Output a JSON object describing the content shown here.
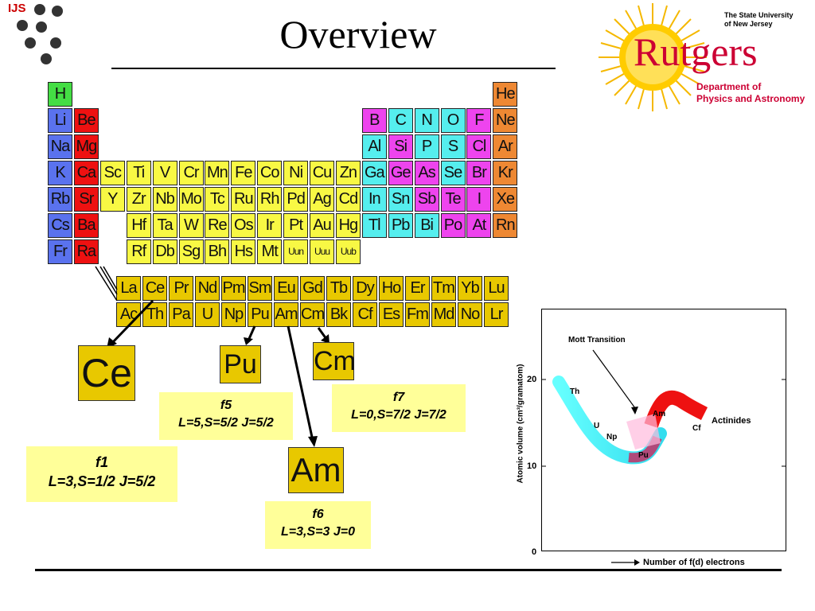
{
  "header": {
    "title": "Overview",
    "ijs_label": "IJS"
  },
  "rutgers": {
    "university_line1": "The State University",
    "university_line2": "of New Jersey",
    "name": "Rutgers",
    "dept_line1": "Department of",
    "dept_line2": "Physics and Astronomy"
  },
  "colors": {
    "green": "#44dd44",
    "blue": "#5a72ee",
    "red": "#ee1111",
    "yellow": "#f8f844",
    "gold": "#e8c800",
    "cyan": "#55eeee",
    "magenta": "#ee44ee",
    "orange": "#ee8833",
    "note_bg": "#ffff99"
  },
  "periodic_table": {
    "main": [
      [
        "H",
        null,
        null,
        null,
        null,
        null,
        null,
        null,
        null,
        null,
        null,
        null,
        null,
        null,
        null,
        null,
        null,
        "He"
      ],
      [
        "Li",
        "Be",
        null,
        null,
        null,
        null,
        null,
        null,
        null,
        null,
        null,
        null,
        "B",
        "C",
        "N",
        "O",
        "F",
        "Ne"
      ],
      [
        "Na",
        "Mg",
        null,
        null,
        null,
        null,
        null,
        null,
        null,
        null,
        null,
        null,
        "Al",
        "Si",
        "P",
        "S",
        "Cl",
        "Ar"
      ],
      [
        "K",
        "Ca",
        "Sc",
        "Ti",
        "V",
        "Cr",
        "Mn",
        "Fe",
        "Co",
        "Ni",
        "Cu",
        "Zn",
        "Ga",
        "Ge",
        "As",
        "Se",
        "Br",
        "Kr"
      ],
      [
        "Rb",
        "Sr",
        "Y",
        "Zr",
        "Nb",
        "Mo",
        "Tc",
        "Ru",
        "Rh",
        "Pd",
        "Ag",
        "Cd",
        "In",
        "Sn",
        "Sb",
        "Te",
        "I",
        "Xe"
      ],
      [
        "Cs",
        "Ba",
        null,
        "Hf",
        "Ta",
        "W",
        "Re",
        "Os",
        "Ir",
        "Pt",
        "Au",
        "Hg",
        "Tl",
        "Pb",
        "Bi",
        "Po",
        "At",
        "Rn"
      ],
      [
        "Fr",
        "Ra",
        null,
        "Rf",
        "Db",
        "Sg",
        "Bh",
        "Hs",
        "Mt",
        "Uun",
        "Uuu",
        "Uub",
        null,
        null,
        null,
        null,
        null,
        null
      ]
    ],
    "lanthanides": [
      "La",
      "Ce",
      "Pr",
      "Nd",
      "Pm",
      "Sm",
      "Eu",
      "Gd",
      "Tb",
      "Dy",
      "Ho",
      "Er",
      "Tm",
      "Yb",
      "Lu"
    ],
    "actinides": [
      "Ac",
      "Th",
      "Pa",
      "U",
      "Np",
      "Pu",
      "Am",
      "Cm",
      "Bk",
      "Cf",
      "Es",
      "Fm",
      "Md",
      "No",
      "Lr"
    ]
  },
  "highlights": {
    "ce": "Ce",
    "pu": "Pu",
    "cm": "Cm",
    "am": "Am"
  },
  "notes": {
    "f1": {
      "line1": "f1",
      "line2": "L=3,S=1/2 J=5/2"
    },
    "f5": {
      "line1": "f5",
      "line2": "L=5,S=5/2 J=5/2"
    },
    "f7": {
      "line1": "f7",
      "line2": "L=0,S=7/2 J=7/2"
    },
    "f6": {
      "line1": "f6",
      "line2": "L=3,S=3 J=0"
    }
  },
  "chart": {
    "ylabel": "Atomic volume (cm³/gramatom)",
    "xlabel": "Number of f(d) electrons",
    "yticks": [
      "20",
      "10",
      "0"
    ],
    "annotation": "Mott Transition",
    "series_label": "Actinides",
    "point_labels": [
      "Th",
      "U",
      "Np",
      "Pu",
      "Am",
      "Cf"
    ]
  }
}
